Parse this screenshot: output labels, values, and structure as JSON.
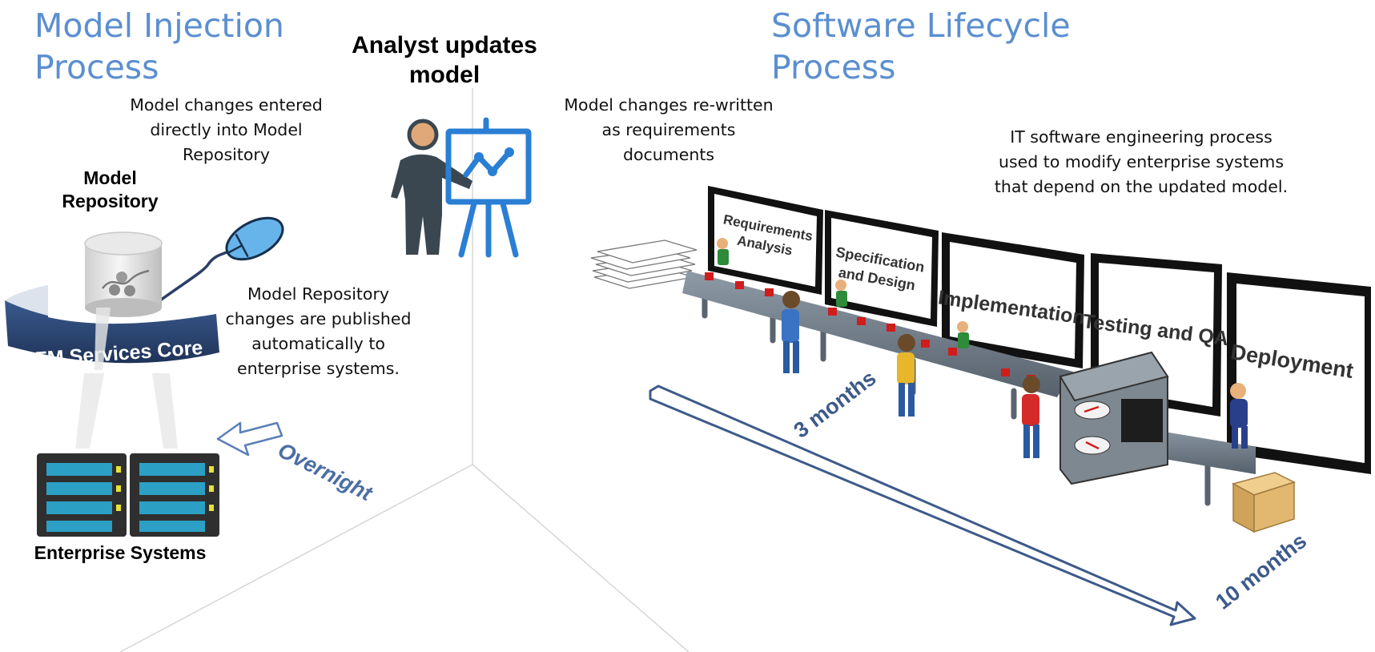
{
  "left_section": {
    "title_line1": "Model Injection",
    "title_line2": "Process",
    "repo_note_line1": "Model changes entered",
    "repo_note_line2": "directly into Model",
    "repo_note_line3": "Repository",
    "repository_label_line1": "Model",
    "repository_label_line2": "Repository",
    "core_label": "RFM Services Core",
    "publish_note_line1": "Model Repository",
    "publish_note_line2": "changes are published",
    "publish_note_line3": "automatically to",
    "publish_note_line4": "enterprise systems.",
    "overnight_label": "Overnight",
    "enterprise_label": "Enterprise Systems"
  },
  "center": {
    "analyst_line1": "Analyst updates",
    "analyst_line2": "model"
  },
  "right_section": {
    "title_line1": "Software Lifecycle",
    "title_line2": "Process",
    "rewrite_note_line1": "Model changes re-written",
    "rewrite_note_line2": "as requirements",
    "rewrite_note_line3": "documents",
    "it_note_line1": "IT software engineering process",
    "it_note_line2": "used to modify enterprise systems",
    "it_note_line3": "that depend on the updated model.",
    "stages": [
      {
        "line1": "Requirements",
        "line2": "Analysis"
      },
      {
        "line1": "Specification",
        "line2": "and Design"
      },
      {
        "line1": "Implementation",
        "line2": ""
      },
      {
        "line1": "Testing and QA",
        "line2": ""
      },
      {
        "line1": "Deployment",
        "line2": ""
      }
    ],
    "duration_short": "3 months",
    "duration_long": "10 months"
  },
  "colors": {
    "heading_blue": "#5b8fd0",
    "icon_blue": "#2a7fd4",
    "arrow_navy": "#3d5a8a",
    "core_navy": "#2c4470"
  }
}
